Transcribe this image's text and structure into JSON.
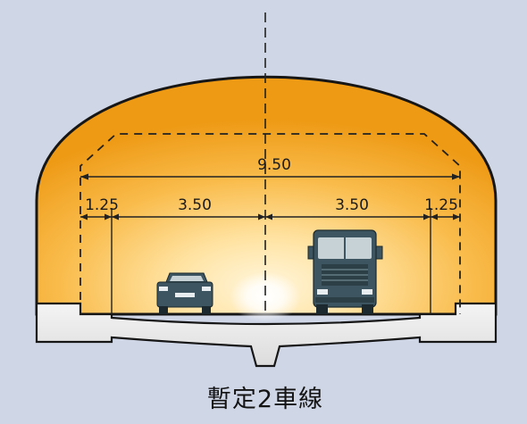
{
  "diagram": {
    "dimensions": {
      "total_width": "9.50",
      "left_shoulder": "1.25",
      "left_lane": "3.50",
      "right_lane": "3.50",
      "right_shoulder": "1.25"
    },
    "caption": "暫定2車線"
  },
  "colors": {
    "background": "#cfd6e6",
    "tunnel_outer": "#f0a11e",
    "tunnel_inner": "#fff1c9",
    "tunnel_outline": "#161616",
    "road_slab": "#ececec",
    "vehicle_body": "#3d5560"
  },
  "icons": {
    "car": "car-icon",
    "truck": "truck-icon",
    "headlight_glow": "light-glow-icon"
  }
}
